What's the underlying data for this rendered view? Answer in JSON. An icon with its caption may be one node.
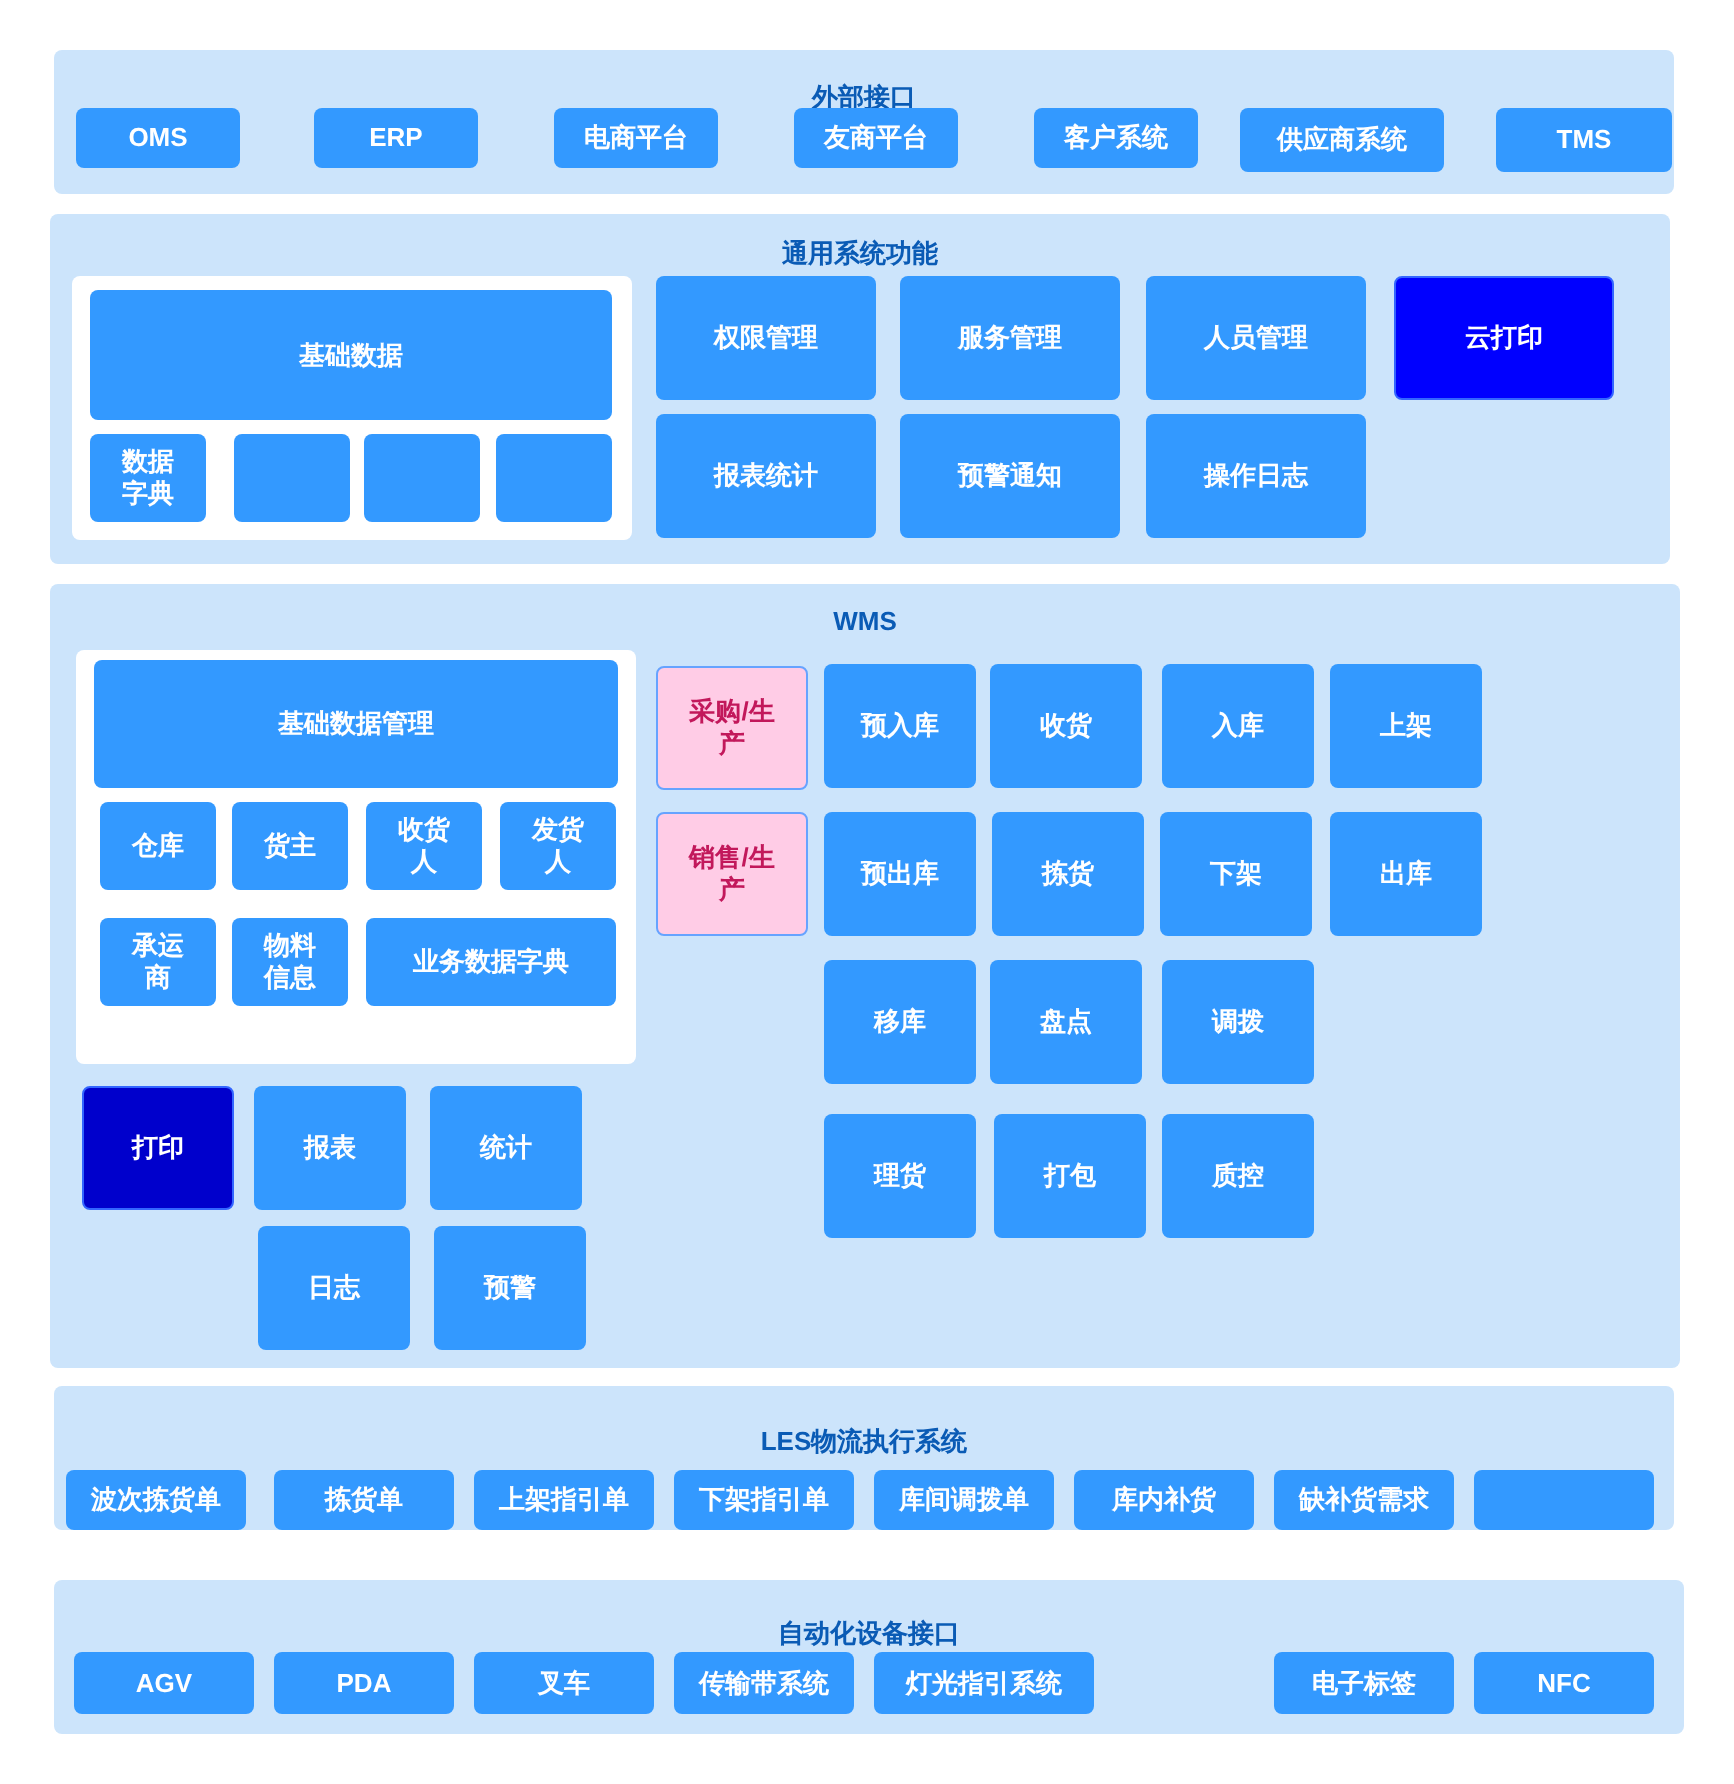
{
  "diagram": {
    "nodes": [
      {
        "text": [
          "外部接口"
        ]
      },
      {
        "text": [
          "OMS"
        ],
        "in": 0
      },
      {
        "text": [
          "ERP"
        ],
        "in": 0
      },
      {
        "text": [
          "电商平台"
        ],
        "in": 0
      },
      {
        "text": [
          "友商平台"
        ],
        "in": 0
      },
      {
        "text": [
          "客户系统"
        ],
        "in": 0
      },
      {
        "text": [
          "供应商系统"
        ],
        "in": 0
      },
      {
        "text": [
          "TMS"
        ],
        "in": 0
      },
      {
        "text": [
          "通用系统功能"
        ]
      },
      {
        "text": [],
        "shape": "box",
        "in": 8
      },
      {
        "text": [
          "基础数据"
        ],
        "in": 9
      },
      {
        "text": [
          "数据字典"
        ],
        "in": 9
      },
      {
        "text": [],
        "shape": "box",
        "in": 9
      },
      {
        "text": [],
        "shape": "box",
        "in": 9
      },
      {
        "text": [],
        "shape": "box",
        "in": 9
      },
      {
        "text": [
          "权限管理"
        ],
        "in": 8
      },
      {
        "text": [
          "服务管理"
        ],
        "in": 8
      },
      {
        "text": [
          "人员管理"
        ],
        "in": 8
      },
      {
        "text": [
          "云打印"
        ],
        "in": 8
      },
      {
        "text": [
          "报表统计"
        ],
        "in": 8
      },
      {
        "text": [
          "预警通知"
        ],
        "in": 8
      },
      {
        "text": [
          "操作日志"
        ],
        "in": 8
      },
      {
        "text": [
          "WMS"
        ]
      },
      {
        "text": [],
        "shape": "box",
        "in": 22
      },
      {
        "text": [
          "基础数据管理"
        ],
        "in": 23
      },
      {
        "text": [
          "仓库"
        ],
        "in": 23
      },
      {
        "text": [
          "货主"
        ],
        "in": 23
      },
      {
        "text": [
          "收货人"
        ],
        "in": 23
      },
      {
        "text": [
          "发货人"
        ],
        "in": 23
      },
      {
        "text": [
          "承运商"
        ],
        "in": 23
      },
      {
        "text": [
          "物料信息"
        ],
        "in": 23
      },
      {
        "text": [
          "业务数据字典"
        ],
        "in": 23
      },
      {
        "text": [
          "打印"
        ],
        "in": 22
      },
      {
        "text": [
          "报表"
        ],
        "in": 22
      },
      {
        "text": [
          "统计"
        ],
        "in": 22
      },
      {
        "text": [
          "日志"
        ],
        "in": 22
      },
      {
        "text": [
          "预警"
        ],
        "in": 22
      },
      {
        "text": [
          "采购/生产"
        ],
        "in": 22
      },
      {
        "text": [
          "销售/生产"
        ],
        "in": 22
      },
      {
        "text": [
          "预入库"
        ],
        "in": 22
      },
      {
        "text": [
          "收货"
        ],
        "in": 22
      },
      {
        "text": [
          "入库"
        ],
        "in": 22
      },
      {
        "text": [
          "上架"
        ],
        "in": 22
      },
      {
        "text": [
          "预出库"
        ],
        "in": 22
      },
      {
        "text": [
          "拣货"
        ],
        "in": 22
      },
      {
        "text": [
          "下架"
        ],
        "in": 22
      },
      {
        "text": [
          "出库"
        ],
        "in": 22
      },
      {
        "text": [
          "移库"
        ],
        "in": 22
      },
      {
        "text": [
          "盘点"
        ],
        "in": 22
      },
      {
        "text": [
          "调拨"
        ],
        "in": 22
      },
      {
        "text": [
          "理货"
        ],
        "in": 22
      },
      {
        "text": [
          "打包"
        ],
        "in": 22
      },
      {
        "text": [
          "质控"
        ],
        "in": 22
      },
      {
        "text": [
          "LES物流执行系统"
        ]
      },
      {
        "text": [
          "波次拣货单"
        ],
        "in": 53
      },
      {
        "text": [
          "拣货单"
        ],
        "in": 53
      },
      {
        "text": [
          "上架指引单"
        ],
        "in": 53
      },
      {
        "text": [
          "下架指引单"
        ],
        "in": 53
      },
      {
        "text": [
          "库间调拨单"
        ],
        "in": 53
      },
      {
        "text": [
          "库内补货"
        ],
        "in": 53
      },
      {
        "text": [
          "缺补货需求"
        ],
        "in": 53
      },
      {
        "text": [],
        "shape": "box",
        "in": 53
      },
      {
        "text": [
          "自动化设备接口"
        ]
      },
      {
        "text": [
          "AGV"
        ],
        "in": 62
      },
      {
        "text": [
          "PDA"
        ],
        "in": 62
      },
      {
        "text": [
          "叉车"
        ],
        "in": 62
      },
      {
        "text": [
          "传输带系统"
        ],
        "in": 62
      },
      {
        "text": [
          "灯光指引系统"
        ],
        "in": 62
      },
      {
        "text": [
          "电子标签"
        ],
        "in": 62
      },
      {
        "text": [
          "NFC"
        ],
        "in": 62
      }
    ],
    "edges": []
  }
}
